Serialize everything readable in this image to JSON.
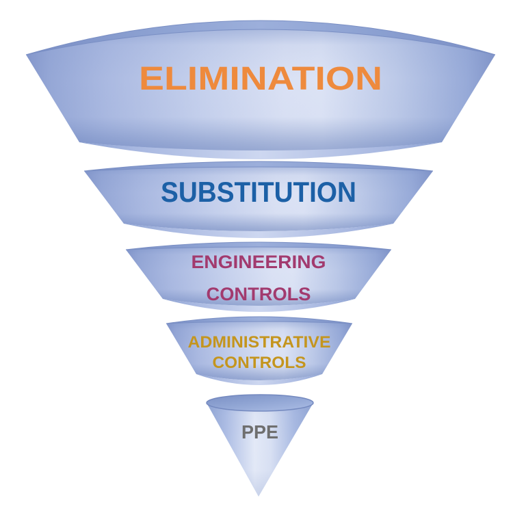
{
  "diagram": {
    "funnel_fill": "#aebfe4",
    "funnel_edge": "#8397cb",
    "background": "#ffffff",
    "levels": [
      {
        "label": "ELIMINATION",
        "lines": [
          "ELIMINATION"
        ],
        "text_color": "#ee8a3d"
      },
      {
        "label": "SUBSTITUTION",
        "lines": [
          "SUBSTITUTION"
        ],
        "text_color": "#1c60a6"
      },
      {
        "label": "ENGINEERING CONTROLS",
        "lines": [
          "ENGINEERING",
          "CONTROLS"
        ],
        "text_color": "#a23a6e"
      },
      {
        "label": "ADMINISTRATIVE CONTROLS",
        "lines": [
          "ADMINISTRATIVE",
          "CONTROLS"
        ],
        "text_color": "#c4951e"
      },
      {
        "label": "PPE",
        "lines": [
          "PPE"
        ],
        "text_color": "#6f6f6f"
      }
    ]
  }
}
